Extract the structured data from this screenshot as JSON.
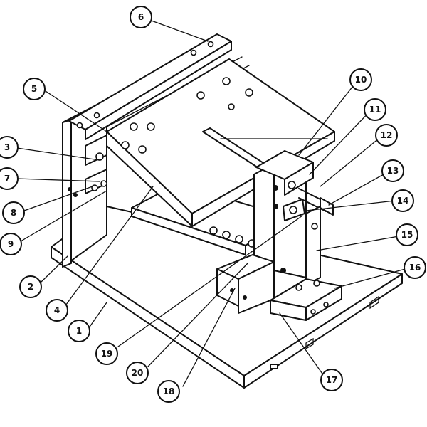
{
  "callouts": [
    "6",
    "5",
    "10",
    "11",
    "12",
    "13",
    "14",
    "3",
    "7",
    "8",
    "9",
    "2",
    "4",
    "1",
    "15",
    "16",
    "17",
    "18",
    "19",
    "20"
  ]
}
